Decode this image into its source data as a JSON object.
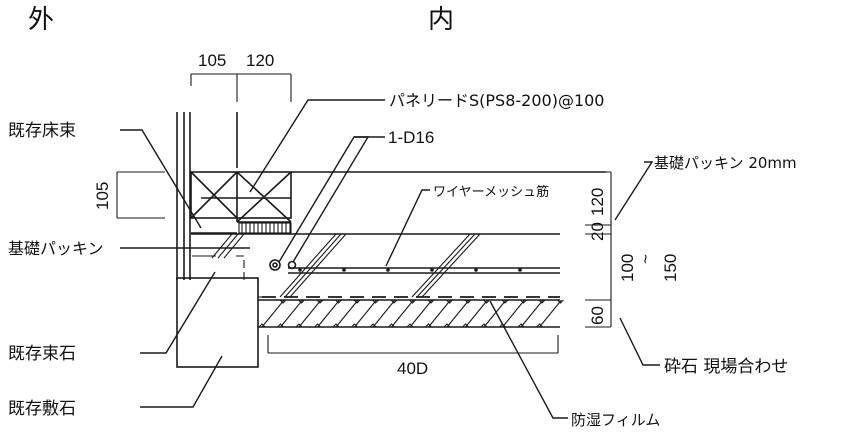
{
  "headings": {
    "outside": "外",
    "inside": "内"
  },
  "labels": {
    "existing_floor_post": "既存床束",
    "foundation_packing_left": "基礎パッキン",
    "existing_post_stone": "既存束石",
    "existing_paving_stone": "既存敷石",
    "panel_lead": "パネリードS(PS8-200)@100",
    "rebar": "1-D16",
    "foundation_packing_right": "基礎パッキン 20mm",
    "wire_mesh": "ワイヤーメッシュ筋",
    "crushed_stone": "砕石 現場合わせ",
    "moisture_film": "防湿フィルム"
  },
  "dimensions": {
    "top_left": "105",
    "top_right": "120",
    "left_vertical": "105",
    "right_120": "120",
    "right_20": "20",
    "right_slab_min": "100",
    "right_slab_tilde": "~",
    "right_slab_max": "150",
    "right_60": "60",
    "anchorage_length": "40D"
  }
}
